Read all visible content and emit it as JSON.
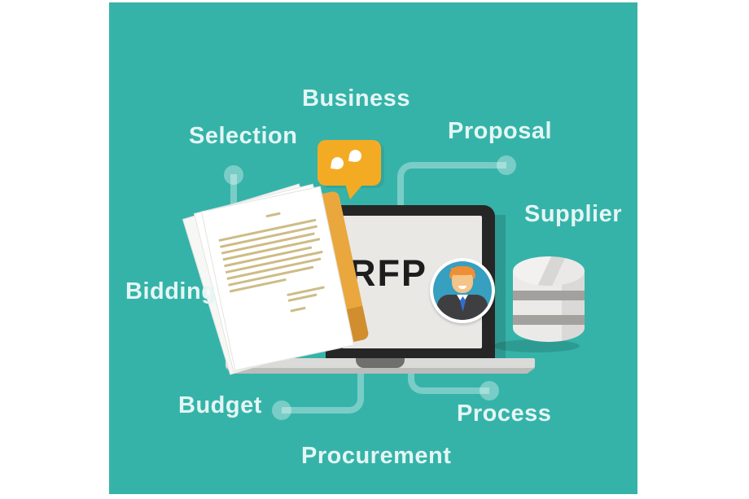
{
  "scene": {
    "description": "RFP (request for proposal) concept illustration on teal square",
    "center_text": "RFP"
  },
  "labels": [
    {
      "id": "business",
      "text": "Business"
    },
    {
      "id": "selection",
      "text": "Selection"
    },
    {
      "id": "proposal",
      "text": "Proposal"
    },
    {
      "id": "supplier",
      "text": "Supplier"
    },
    {
      "id": "bidding",
      "text": "Bidding"
    },
    {
      "id": "budget",
      "text": "Budget"
    },
    {
      "id": "process",
      "text": "Process"
    },
    {
      "id": "procurement",
      "text": "Procurement"
    }
  ],
  "document": {
    "top_line_widths_pct": [
      30
    ],
    "paragraph_line_widths_pct": [
      100,
      100,
      96,
      100,
      90,
      100,
      97,
      88,
      58
    ],
    "signature_line_widths_pct": [
      100,
      76
    ],
    "footer_line_widths_pct": [
      40
    ]
  },
  "colors": {
    "teal": "#35b3a9",
    "label": "#e4f6f4",
    "line": "rgba(255,255,255,0.34)",
    "bubble": "#f4ab24",
    "folder": "#eaa73d",
    "ink": "#cdbc86",
    "laptop_frame": "#262626",
    "screen": "#e9e8e5",
    "rfp_text": "#1d1d1d",
    "base": "#dadad9",
    "base_dark": "#bcbcbb",
    "notch": "#6f6f6e",
    "avatar_ring": "#ffffff",
    "avatar_bg": "#379fc0",
    "hair": "#ef8f35",
    "skin": "#f5c489",
    "suit": "#3f3f42",
    "tie": "#2e6fd1",
    "db_body": "#eceae8",
    "db_band": "#a3a19e"
  }
}
